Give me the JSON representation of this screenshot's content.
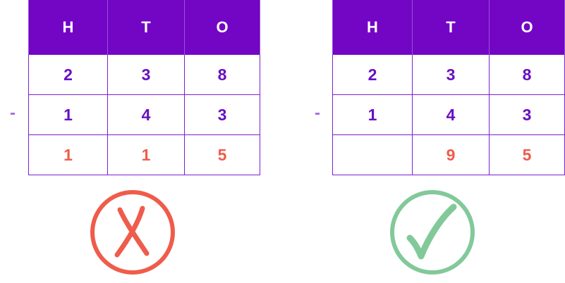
{
  "colors": {
    "header_bg": "#7305c4",
    "digit": "#6a0fc0",
    "result": "#ef5c4b",
    "wrong_mark": "#ef5c4b",
    "correct_mark": "#82c99a"
  },
  "left_panel": {
    "headers": [
      "H",
      "T",
      "O"
    ],
    "minuend": [
      "2",
      "3",
      "8"
    ],
    "operator": "-",
    "subtrahend": [
      "1",
      "4",
      "3"
    ],
    "result": [
      "1",
      "1",
      "5"
    ],
    "mark_icon": "cross-icon"
  },
  "right_panel": {
    "headers": [
      "H",
      "T",
      "O"
    ],
    "minuend": [
      "2",
      "3",
      "8"
    ],
    "operator": "-",
    "subtrahend": [
      "1",
      "4",
      "3"
    ],
    "result": [
      "",
      "9",
      "5"
    ],
    "mark_icon": "checkmark-icon"
  }
}
